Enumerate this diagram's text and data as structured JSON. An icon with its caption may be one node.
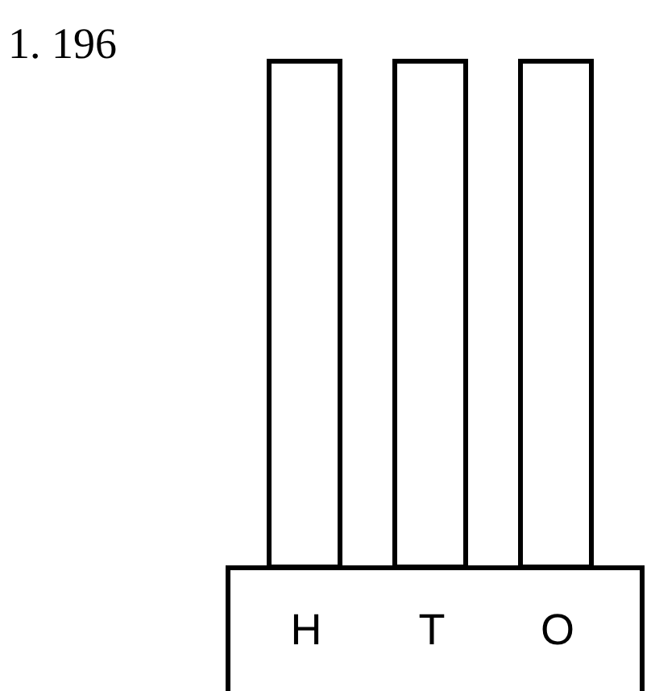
{
  "diagram": {
    "nodes": [
      {
        "text": [
          "H",
          "T",
          "O"
        ]
      }
    ],
    "labels": [
      "1. 196"
    ]
  }
}
